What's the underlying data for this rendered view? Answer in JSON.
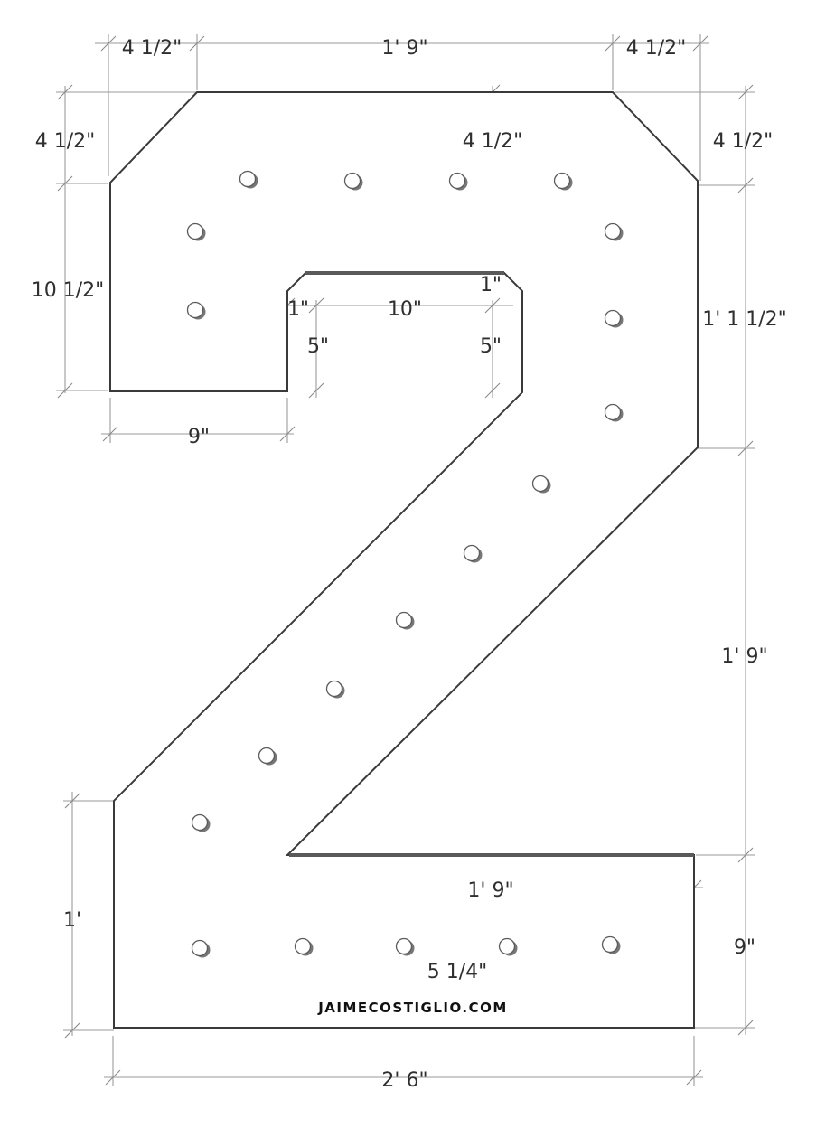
{
  "dimensions": {
    "top_left_chamfer_width": "4 1/2\"",
    "top_width": "1' 9\"",
    "top_right_chamfer_width": "4 1/2\"",
    "left_chamfer_height": "4 1/2\"",
    "inner_chamfer_height": "4 1/2\"",
    "right_chamfer_height": "4 1/2\"",
    "left_side_height": "10 1/2\"",
    "notch_left_bevel": "1\"",
    "notch_width": "10\"",
    "notch_right_bevel": "1\"",
    "notch_left_depth": "5\"",
    "notch_right_depth": "5\"",
    "left_leg_width": "9\"",
    "right_upper_height": "1' 1 1/2\"",
    "right_diagonal_height": "1' 9\"",
    "base_inner_width": "1' 9\"",
    "base_left_height": "1'",
    "base_right_height": "9\"",
    "hole_spacing": "5 1/4\"",
    "total_width": "2' 6\""
  },
  "brand": "JAIMECOSTIGLIO.COM"
}
